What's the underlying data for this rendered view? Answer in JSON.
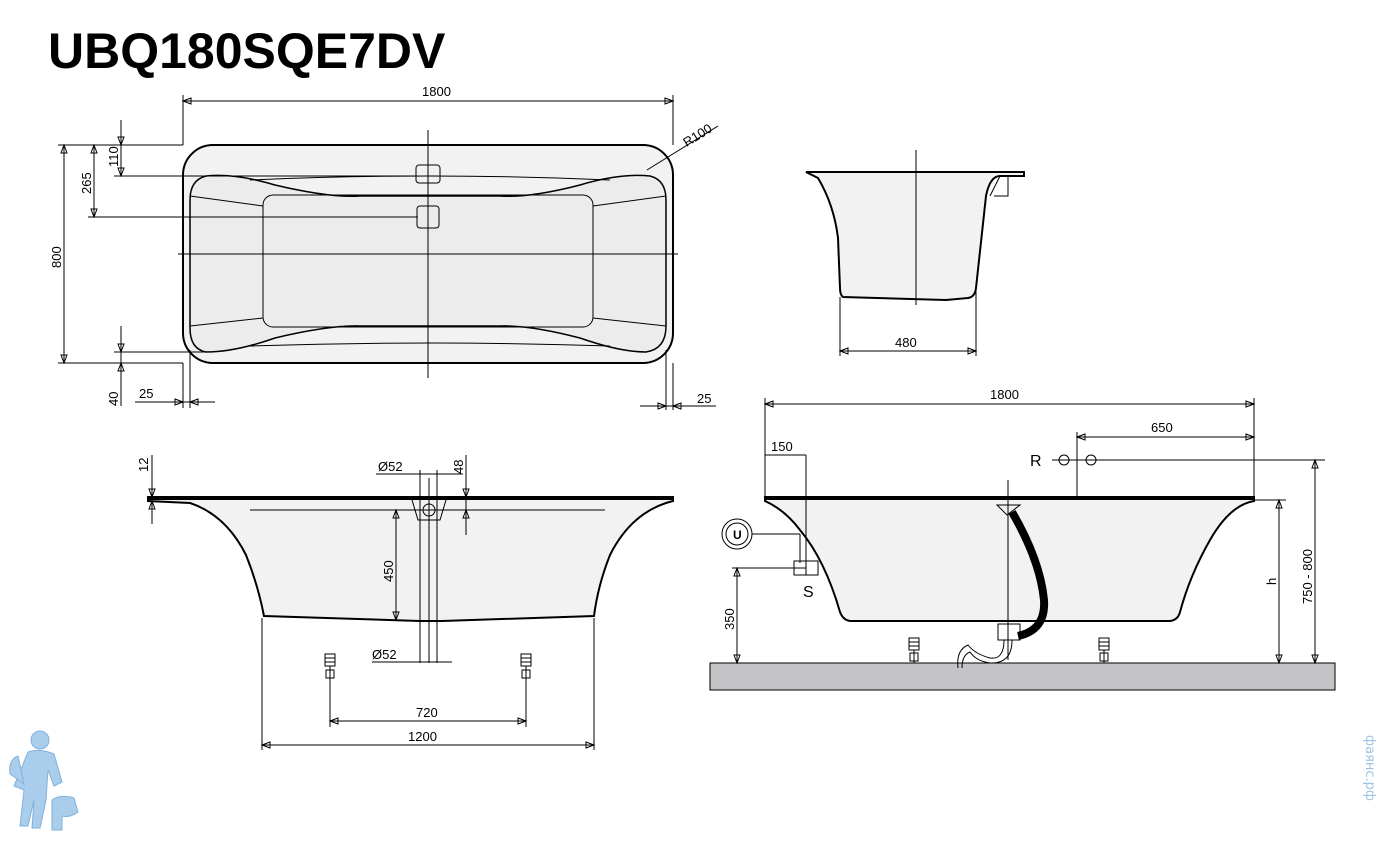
{
  "title": "UBQ180SQE7DV",
  "dimensions": {
    "top_length": "1800",
    "top_width": "800",
    "corner_radius": "R100",
    "drain_offset_110": "110",
    "drain_offset_265": "265",
    "edge_40": "40",
    "edge_left_25": "25",
    "edge_right_25": "25",
    "end_bottom_width": "480",
    "front_rim": "12",
    "front_drain_dia": "Ø52",
    "front_48": "48",
    "front_depth": "450",
    "front_outlet_dia": "Ø52",
    "front_feet_spacing": "720",
    "front_base_length": "1200",
    "side_length": "1800",
    "side_650": "650",
    "side_150": "150",
    "side_350": "350",
    "side_h": "h",
    "side_height_range": "750 - 800",
    "label_R": "R",
    "label_U": "U",
    "label_S": "S"
  },
  "watermark": "фаянс.рф",
  "colors": {
    "tub_fill": "#f2f2f3",
    "floor_fill": "#c4c4c6",
    "line": "#000000",
    "mascot": "#a9cdea"
  }
}
